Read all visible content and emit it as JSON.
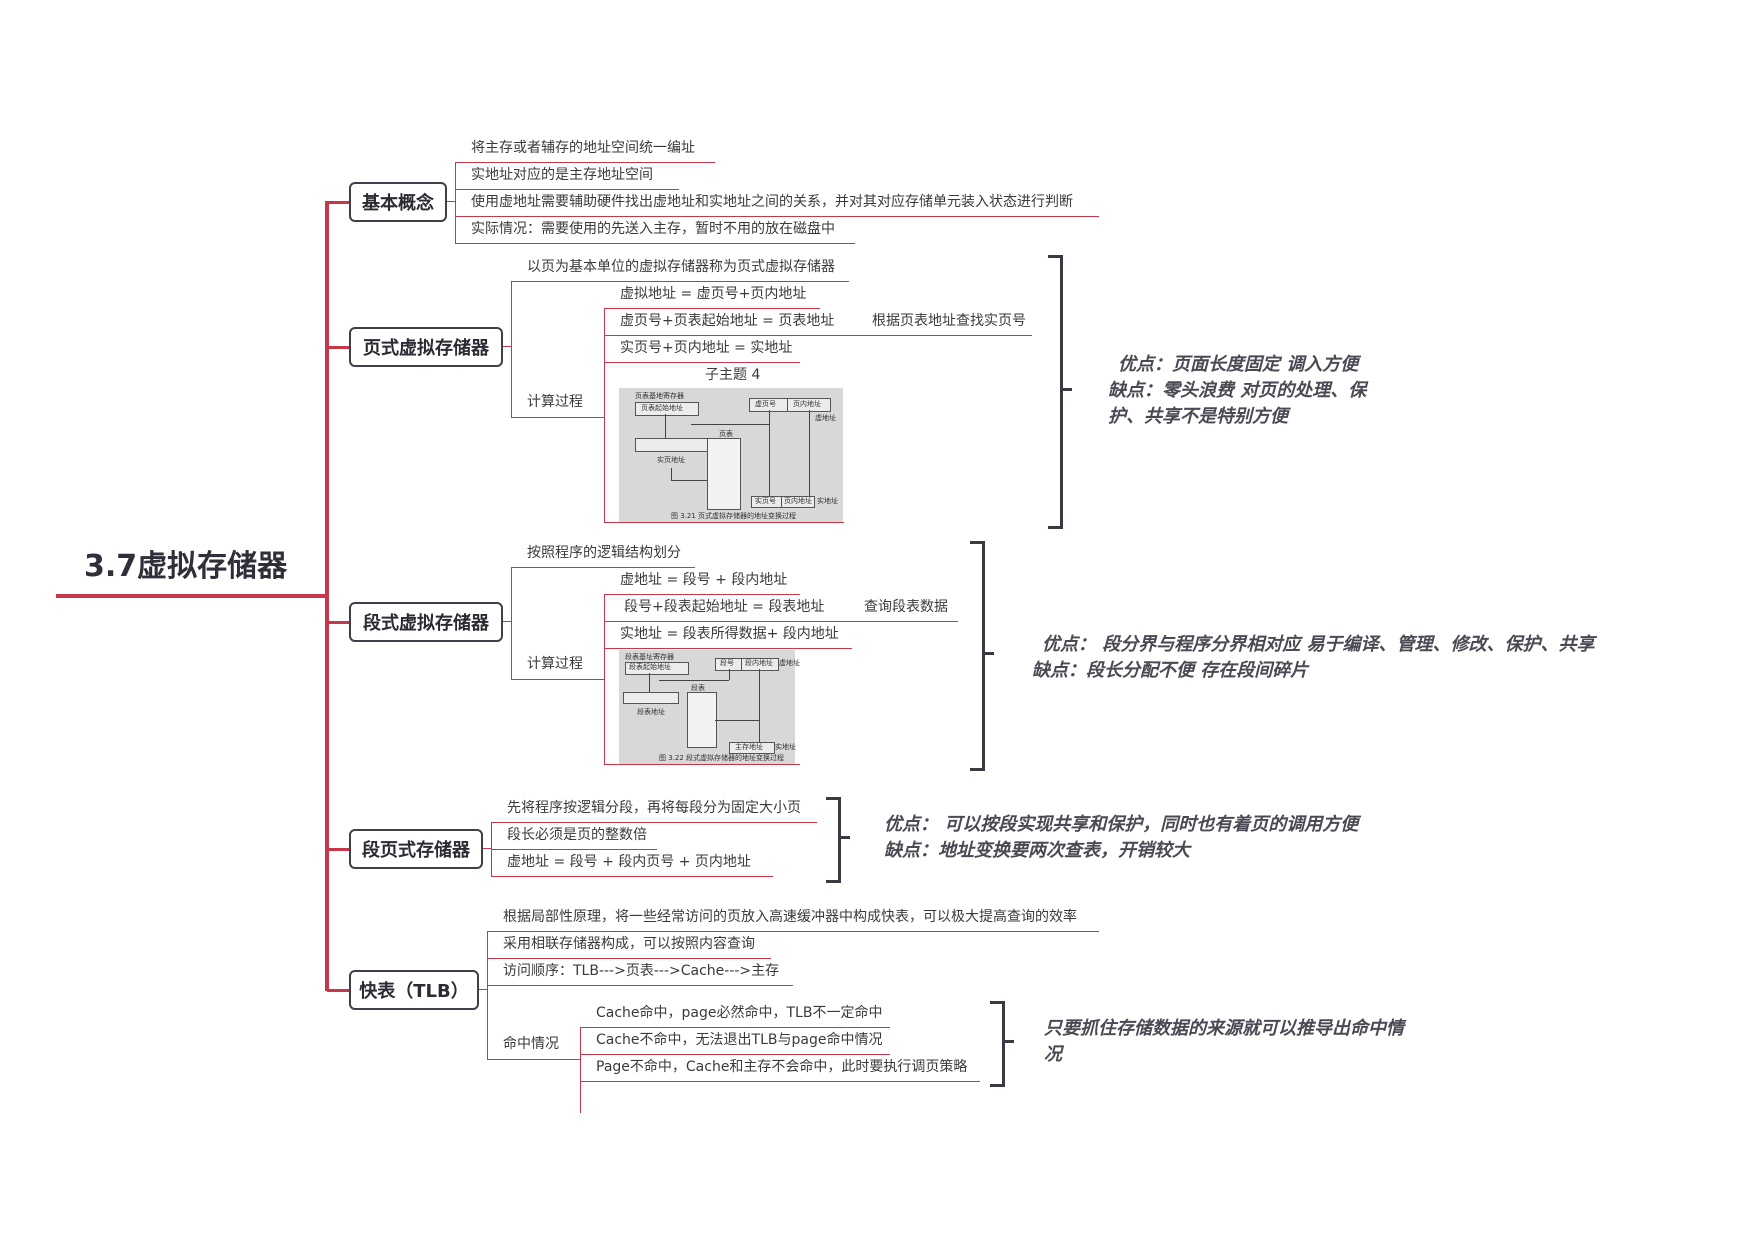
{
  "root": {
    "title": "3.7虚拟存储器"
  },
  "branches": {
    "basic": {
      "label": "基本概念",
      "items": [
        "将主存或者辅存的地址空间统一编址",
        "实地址对应的是主存地址空间",
        "使用虚地址需要辅助硬件找出虚地址和实地址之间的关系，并对其对应存储单元装入状态进行判断",
        "实际情况：需要使用的先送入主存，暂时不用的放在磁盘中"
      ]
    },
    "page": {
      "label": "页式虚拟存储器",
      "item1": "以页为基本单位的虚拟存储器称为页式虚拟存储器",
      "calc_label": "计算过程",
      "calc": [
        "虚拟地址 =  虚页号+页内地址",
        "虚页号+页表起始地址 = 页表地址",
        "实页号+页内地址 = 实地址"
      ],
      "calc_extra": "根据页表地址查找实页号",
      "subtopic": "子主题 4",
      "figure": {
        "caption": "图 3.21   页式虚拟存储器的地址变换过程",
        "labels": [
          "页表基地寄存器",
          "页表起始地址",
          "虚页号",
          "页内地址",
          "虚地址",
          "页表",
          "实页地址",
          "实页号",
          "页内地址",
          "实地址"
        ]
      },
      "note": [
        "优点：页面长度固定  调入方便",
        "缺点：零头浪费   对页的处理、保",
        "护、共享不是特别方便"
      ]
    },
    "segment": {
      "label": "段式虚拟存储器",
      "item1": "按照程序的逻辑结构划分",
      "calc_label": "计算过程",
      "calc": [
        "虚地址 =  段号 + 段内地址",
        "段号+段表起始地址 = 段表地址",
        "实地址 =  段表所得数据+ 段内地址"
      ],
      "calc_extra": "查询段表数据",
      "figure": {
        "caption": "图 3.22   段式虚拟存储器的地址变换过程",
        "labels": [
          "段表基址寄存器",
          "段表起始地址",
          "段号",
          "段内地址",
          "虚地址",
          "段表",
          "段表地址",
          "主存地址",
          "实地址"
        ]
      },
      "note": [
        "优点： 段分界与程序分界相对应  易于编译、管理、修改、保护、共享",
        "缺点：段长分配不便  存在段间碎片"
      ]
    },
    "segpage": {
      "label": "段页式存储器",
      "items": [
        "先将程序按逻辑分段，再将每段分为固定大小页",
        "段长必须是页的整数倍",
        "虚地址 =  段号 + 段内页号 + 页内地址"
      ],
      "note": [
        "优点： 可以按段实现共享和保护，同时也有着页的调用方便",
        "缺点：地址变换要两次查表，开销较大"
      ]
    },
    "tlb": {
      "label": "快表（TLB）",
      "items": [
        "根据局部性原理，将一些经常访问的页放入高速缓冲器中构成快表，可以极大提高查询的效率",
        "采用相联存储器构成，可以按照内容查询",
        "访问顺序：TLB--->页表--->Cache--->主存"
      ],
      "hit_label": "命中情况",
      "hits": [
        "Cache命中，page必然命中，TLB不一定命中",
        "Cache不命中，无法退出TLB与page命中情况",
        "Page不命中，Cache和主存不会命中，此时要执行调页策略"
      ],
      "note": [
        "只要抓住存储数据的来源就可以推导出命中情",
        "况"
      ]
    }
  },
  "colors": {
    "branch_line": "#c8364a",
    "node_border": "#3f3f4a",
    "bracket": "#3a3a44"
  }
}
